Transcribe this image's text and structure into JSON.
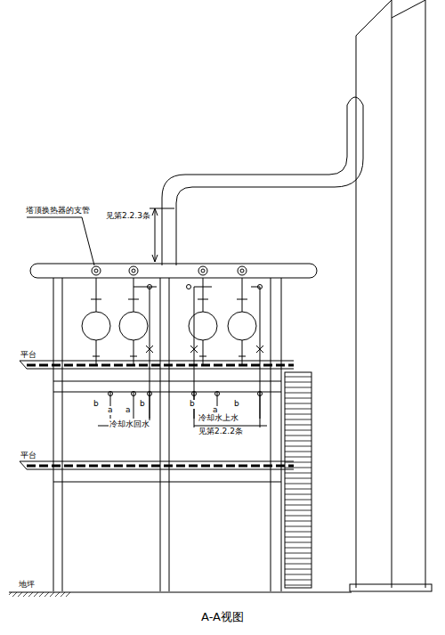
{
  "diagram": {
    "caption": "A-A视图",
    "labels": [
      "塔顶换热器的支管",
      "见第2.2.3条",
      "平台",
      "平台",
      "b",
      "a",
      "a",
      "b",
      "b",
      "a",
      "b",
      "冷却水回水",
      "冷却水上水",
      "见第2.2.2条",
      "地坪"
    ]
  }
}
